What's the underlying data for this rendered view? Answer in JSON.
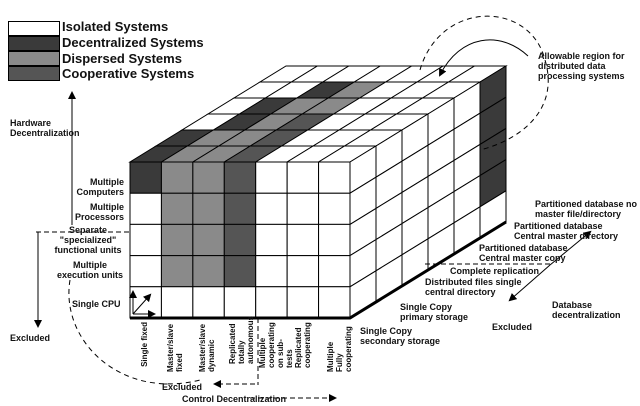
{
  "legend": [
    {
      "label": "Isolated Systems",
      "color": "#ffffff"
    },
    {
      "label": "Decentralized Systems",
      "color": "#3a3a3a"
    },
    {
      "label": "Dispersed Systems",
      "color": "#8a8a8a"
    },
    {
      "label": "Cooperative Systems",
      "color": "#555555"
    }
  ],
  "hardware_axis": {
    "title": "Hardware Decentralization",
    "excluded": "Excluded",
    "levels": [
      "Multiple Computers",
      "Multiple Processors",
      "Separate \"specialized\" functional units",
      "Multiple execution units",
      "Single CPU"
    ]
  },
  "control_axis": {
    "title": "Control Decentralization",
    "excluded": "Excluded",
    "levels": [
      "Single fixed",
      "Master/slave fixed",
      "Master/slave dynamic",
      "Replicated totally autonomous",
      "Multiple cooperating on sub-tests",
      "Replicated cooperating",
      "Multiple Fully cooperating"
    ]
  },
  "database_axis": {
    "title": "Database decentralization",
    "excluded": "Excluded",
    "levels": [
      "Single Copy secondary storage",
      "Single Copy primary storage",
      "Distributed files single central directory",
      "Complete replication",
      "Partitioned database Central master copy",
      "Partitioned database Central master directory",
      "Partitioned database no master file/directory"
    ]
  },
  "annotation": "Allowable region for distributed data processing systems"
}
